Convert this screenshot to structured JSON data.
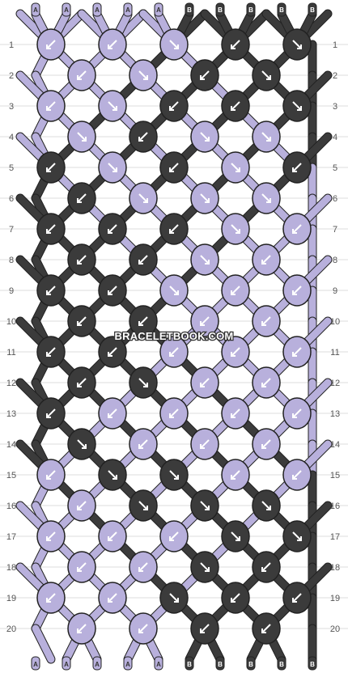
{
  "colors": {
    "A": "#b8b0dc",
    "B": "#3b3b3b"
  },
  "strand_labels_top": [
    "A",
    "A",
    "A",
    "A",
    "A",
    "B",
    "B",
    "B",
    "B",
    "B"
  ],
  "strand_labels_bottom": [
    "A",
    "A",
    "A",
    "A",
    "A",
    "B",
    "B",
    "B",
    "B",
    "B"
  ],
  "row_numbers": [
    "1",
    "2",
    "3",
    "4",
    "5",
    "6",
    "7",
    "8",
    "9",
    "10",
    "11",
    "12",
    "13",
    "14",
    "15",
    "16",
    "17",
    "18",
    "19",
    "20"
  ],
  "watermark": "BRACELETBOOK.COM",
  "knot_rows": [
    "BBFBF",
    "BFBF",
    "BFBBF",
    "FBFF",
    "BFBFB",
    "BFFF",
    "BBBFB",
    "BBFB",
    "BBFBB",
    "BBBB",
    "BBBBB",
    "BFBB",
    "BBBBB",
    "FBBB",
    "BFFBB",
    "BFFF",
    "BBBFF",
    "BBFB",
    "BBFBB",
    "BBBB"
  ]
}
